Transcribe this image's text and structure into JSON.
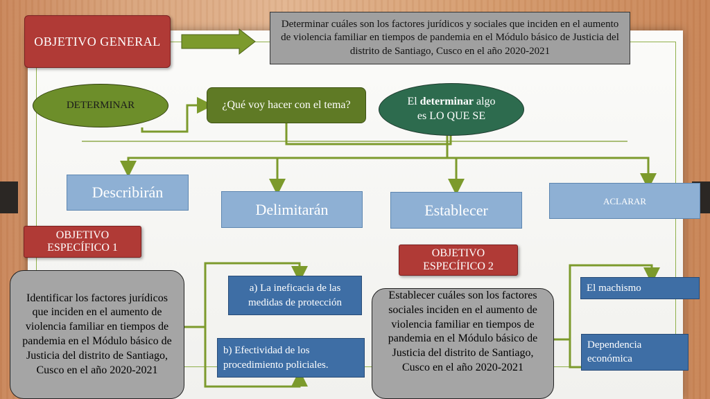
{
  "objetivo_general": {
    "label": "OBJETIVO GENERAL",
    "text": "Determinar cuáles son los factores jurídicos y sociales que inciden en el aumento de violencia familiar en tiempos de pandemia en el Módulo básico de Justicia del distrito de Santiago, Cusco en el año 2020-2021"
  },
  "determinar": {
    "label": "DETERMINAR",
    "question": "¿Qué voy hacer con el tema?",
    "definition_pre": "El ",
    "definition_bold": "determinar",
    "definition_post": " algo es LO QUE SE"
  },
  "actions": [
    "Describirán",
    "Delimitarán",
    "Establecer",
    "ACLARAR"
  ],
  "especifico_1": {
    "label": "OBJETIVO ESPECÍFICO 1",
    "text": "Identificar los factores jurídicos que inciden en el aumento de violencia familiar en tiempos de pandemia en el Módulo básico de Justicia del distrito de Santiago, Cusco en el año 2020-2021",
    "factors": [
      "a) La ineficacia de las medidas de protección",
      "b) Efectividad de los procedimiento policiales."
    ]
  },
  "especifico_2": {
    "label": "OBJETIVO ESPECÍFICO 2",
    "text": "Establecer cuáles son  los factores sociales inciden en el aumento de violencia familiar en tiempos de pandemia en el Módulo básico de Justicia del distrito de Santiago, Cusco en el año 2020-2021",
    "factors": [
      "El machismo",
      "Dependencia económica"
    ]
  },
  "colors": {
    "connector": "#7c9a2c",
    "red_box": "#b03a36",
    "dark_blue": "#3e6ea5",
    "light_blue": "#8eb0d4"
  }
}
